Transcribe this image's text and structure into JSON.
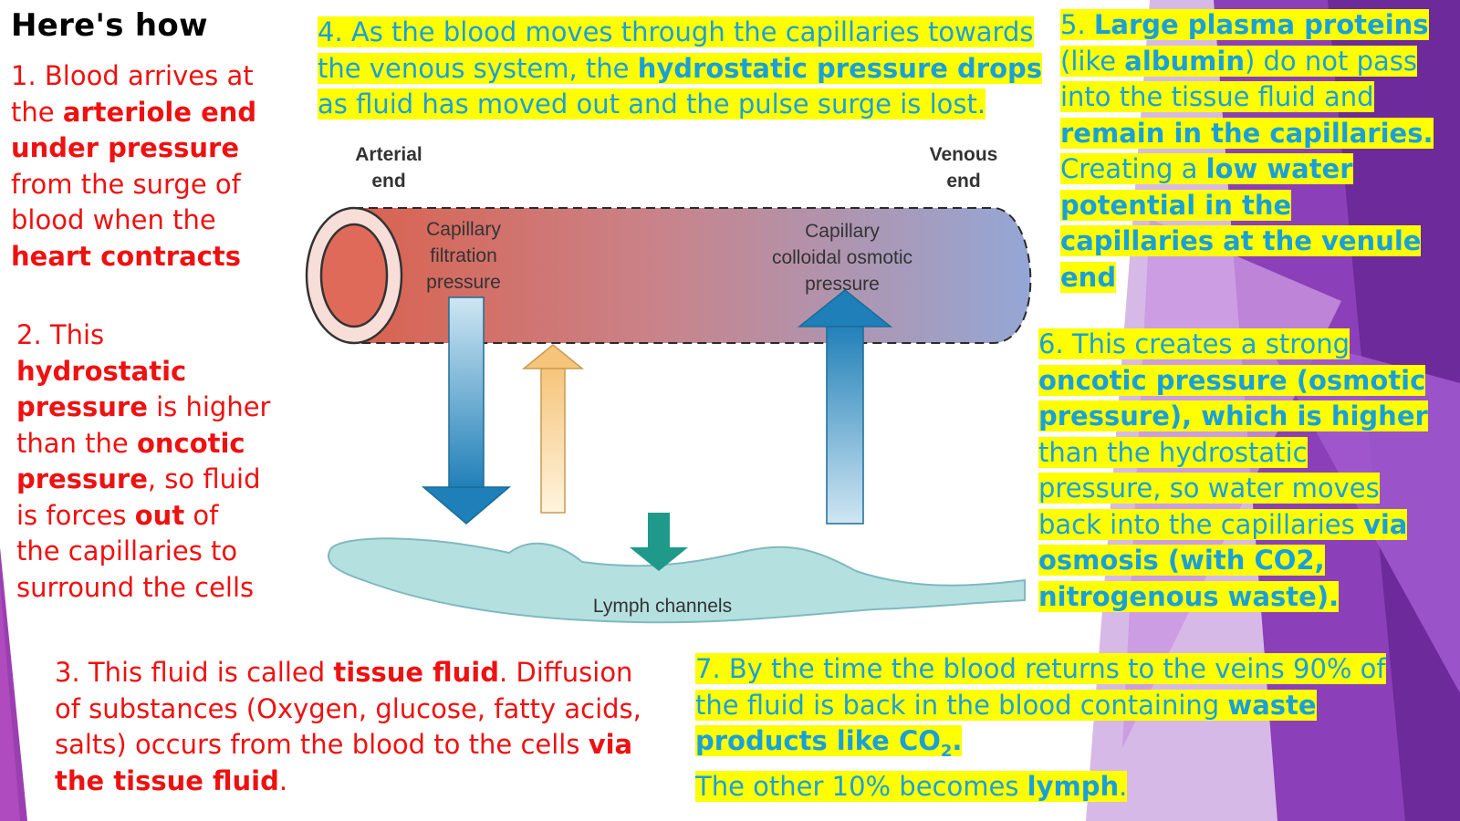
{
  "title": "Here's how",
  "step1": {
    "l1": "1. Blood arrives at",
    "l2a": "the ",
    "l2b": "arteriole end",
    "l3": "under pressure",
    "l4": "from the surge of",
    "l5": "blood when the",
    "l6": "heart contracts"
  },
  "step2": {
    "l1": "2. This",
    "l2": "hydrostatic",
    "l3a": "pressure",
    "l3b": " is higher",
    "l4a": "than the ",
    "l4b": "oncotic",
    "l5a": "pressure",
    "l5b": ", so fluid",
    "l6a": "is forces ",
    "l6b": "out",
    "l6c": " of",
    "l7": "the capillaries to",
    "l8": "surround the cells"
  },
  "step3": {
    "l1a": "3. This fluid is called ",
    "l1b": "tissue fluid",
    "l1c": ". Diffusion",
    "l2": "of substances (Oxygen, glucose, fatty acids,",
    "l3a": "salts) occurs from the blood to the cells ",
    "l3b": "via",
    "l4a": "the tissue fluid",
    "l4b": "."
  },
  "step4": {
    "l1": "4. As the blood moves through the capillaries towards",
    "l2a": "the venous system, the ",
    "l2b": "hydrostatic pressure drops",
    "l3": "as fluid has moved out and the pulse surge is lost."
  },
  "step5": {
    "l1a": "5. ",
    "l1b": "Large plasma proteins",
    "l2a": "(like ",
    "l2b": "albumin",
    "l2c": ") do not pass",
    "l3": "into the tissue fluid and",
    "l4": "remain in the capillaries.",
    "l5a": "Creating a ",
    "l5b": "low water",
    "l6": "potential in the",
    "l7": "capillaries at the venule",
    "l8": "end"
  },
  "step6": {
    "l1": "6. This creates a strong",
    "l2": "oncotic pressure (osmotic",
    "l3": "pressure), which is higher",
    "l4": "than the hydrostatic",
    "l5": "pressure, so water moves",
    "l6a": "back into the capillaries ",
    "l6b": "via",
    "l7": "osmosis (with CO2,",
    "l8": "nitrogenous waste)."
  },
  "step7": {
    "l1": "7. By the time the blood returns to the veins 90% of",
    "l2a": "the fluid is back in the blood containing ",
    "l2b": "waste",
    "l3a": "products like CO",
    "l3sub": "2",
    "l3b": ".",
    "l4a": "The other 10% becomes ",
    "l4b": "lymph",
    "l4c": "."
  },
  "diagram": {
    "arterial_end": [
      "Arterial",
      "end"
    ],
    "venous_end": [
      "Venous",
      "end"
    ],
    "filtration": [
      "Capillary",
      "filtration",
      "pressure"
    ],
    "colloidal": [
      "Capillary",
      "colloidal osmotic",
      "pressure"
    ],
    "lymph": "Lymph channels"
  },
  "colors": {
    "red_text": "#ee1111",
    "blue_text": "#1aa0d8",
    "highlight": "#ffff00",
    "purple": "#8a3fb3"
  }
}
